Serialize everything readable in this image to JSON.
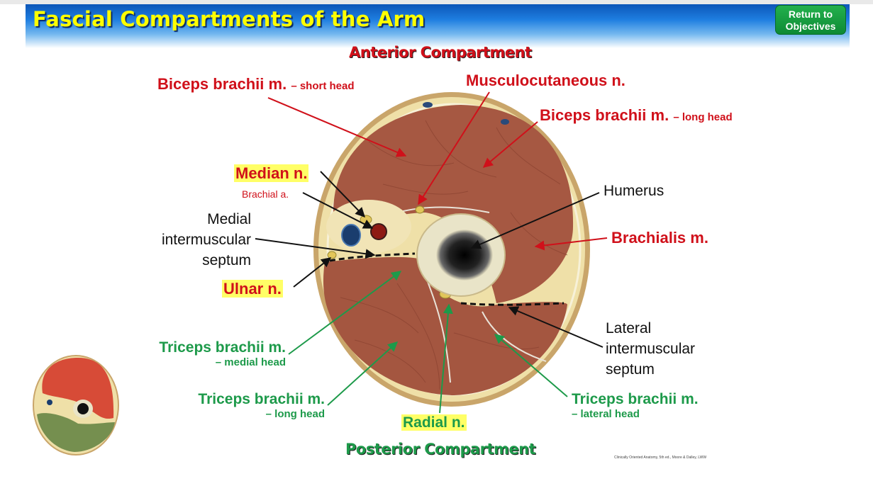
{
  "header": {
    "title": "Fascial Compartments of the Arm",
    "return_button_line1": "Return to",
    "return_button_line2": "Objectives"
  },
  "compartments": {
    "anterior": "Anterior Compartment",
    "posterior": "Posterior Compartment"
  },
  "labels": {
    "biceps_short_main": "Biceps brachii m.",
    "biceps_short_sub": "– short head",
    "musculocutaneous": "Musculocutaneous n.",
    "biceps_long_main": "Biceps brachii m.",
    "biceps_long_sub": "– long head",
    "median": "Median n.",
    "brachial_a": "Brachial a.",
    "humerus": "Humerus",
    "medial_septum_1": "Medial",
    "medial_septum_2": "intermuscular",
    "medial_septum_3": "septum",
    "brachialis": "Brachialis m.",
    "ulnar": "Ulnar n.",
    "lateral_septum_1": "Lateral",
    "lateral_septum_2": "intermuscular",
    "lateral_septum_3": "septum",
    "triceps_medial_main": "Triceps brachii m.",
    "triceps_medial_sub": "– medial head",
    "triceps_long_main": "Triceps brachii m.",
    "triceps_long_sub": "– long head",
    "radial": "Radial n.",
    "triceps_lateral_main": "Triceps brachii m.",
    "triceps_lateral_sub": "– lateral head"
  },
  "credit": "Clinically Oriented Anatomy, 5th ed., Moore & Dalley, LWW",
  "colors": {
    "title_yellow": "#ffff00",
    "header_blue": "#1e7ee0",
    "label_red": "#d0101a",
    "label_green": "#1d9a4a",
    "muscle": "#a85a44",
    "fat": "#efe0a8",
    "bone": "#e8e2c4",
    "button_green": "#1a9e42"
  }
}
